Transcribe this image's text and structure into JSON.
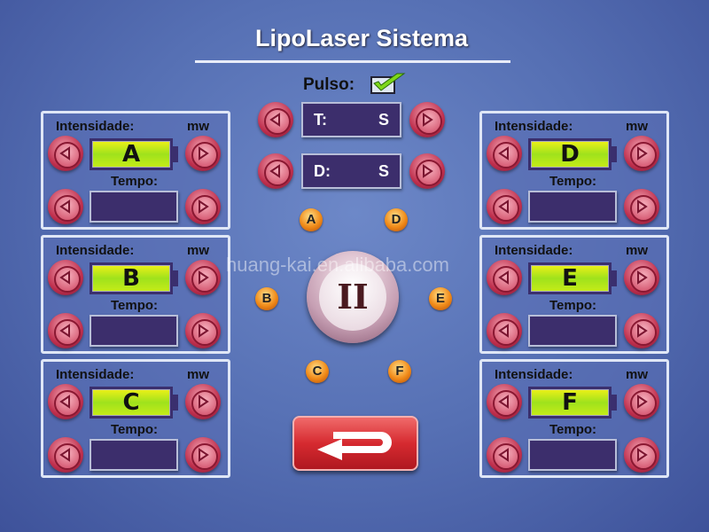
{
  "title": "LipoLaser Sistema",
  "pulse": {
    "label": "Pulso:",
    "checked": true
  },
  "timers": [
    {
      "prefix": "T:",
      "unit": "S"
    },
    {
      "prefix": "D:",
      "unit": "S"
    }
  ],
  "channels": [
    {
      "id": "A",
      "intensity_label": "Intensidade:",
      "unit": "mw",
      "time_label": "Tempo:"
    },
    {
      "id": "B",
      "intensity_label": "Intensidade:",
      "unit": "mw",
      "time_label": "Tempo:"
    },
    {
      "id": "C",
      "intensity_label": "Intensidade:",
      "unit": "mw",
      "time_label": "Tempo:"
    },
    {
      "id": "D",
      "intensity_label": "Intensidade:",
      "unit": "mw",
      "time_label": "Tempo:"
    },
    {
      "id": "E",
      "intensity_label": "Intensidade:",
      "unit": "mw",
      "time_label": "Tempo:"
    },
    {
      "id": "F",
      "intensity_label": "Intensidade:",
      "unit": "mw",
      "time_label": "Tempo:"
    }
  ],
  "selectors": [
    "A",
    "B",
    "C",
    "D",
    "E",
    "F"
  ],
  "pause_label": "II",
  "watermark": "huang-kai.en.alibaba.com"
}
